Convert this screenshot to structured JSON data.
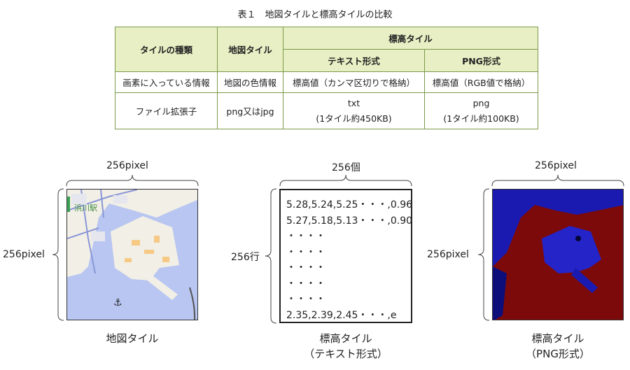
{
  "caption": "表１　地図タイルと標高タイルの比較",
  "table": {
    "head_type": "タイルの種類",
    "head_map": "地図タイル",
    "head_elev": "標高タイル",
    "head_text": "テキスト形式",
    "head_png": "PNG形式",
    "row1": {
      "label": "画素に入っている情報",
      "map": "地図の色情報",
      "text": "標高値（カンマ区切りで格納）",
      "png": "標高値（RGB値で格納）"
    },
    "row2": {
      "label": "ファイル拡張子",
      "map": "png又はjpg",
      "text_ext": "txt",
      "text_size": "(1タイル約450KB)",
      "png_ext": "png",
      "png_size": "(1タイル約100KB)"
    }
  },
  "panels": {
    "map": {
      "top_dim": "256pixel",
      "side_dim": "256pixel",
      "title": "地図タイル",
      "station": "浜川駅",
      "marker": "⚓"
    },
    "text": {
      "top_dim": "256個",
      "side_dim": "256行",
      "title": "標高タイル",
      "subtitle": "（テキスト形式）",
      "lines": [
        "5.28,5.24,5.25・・・,0.96",
        "5.27,5.18,5.13・・・,0.90",
        "・・・・",
        "・・・・",
        "・・・・",
        "・・・・",
        "・・・・",
        "2.35,2.39,2.45・・・,e"
      ]
    },
    "png": {
      "top_dim": "256pixel",
      "side_dim": "256pixel",
      "title": "標高タイル",
      "subtitle": "（PNG形式）"
    }
  },
  "colors": {
    "table_header": "#e8efc4",
    "table_border": "#7a9a4a",
    "sea": "#b9c6f1",
    "png_land": "#7d0a0a",
    "png_sea": "#1a1ab0"
  }
}
